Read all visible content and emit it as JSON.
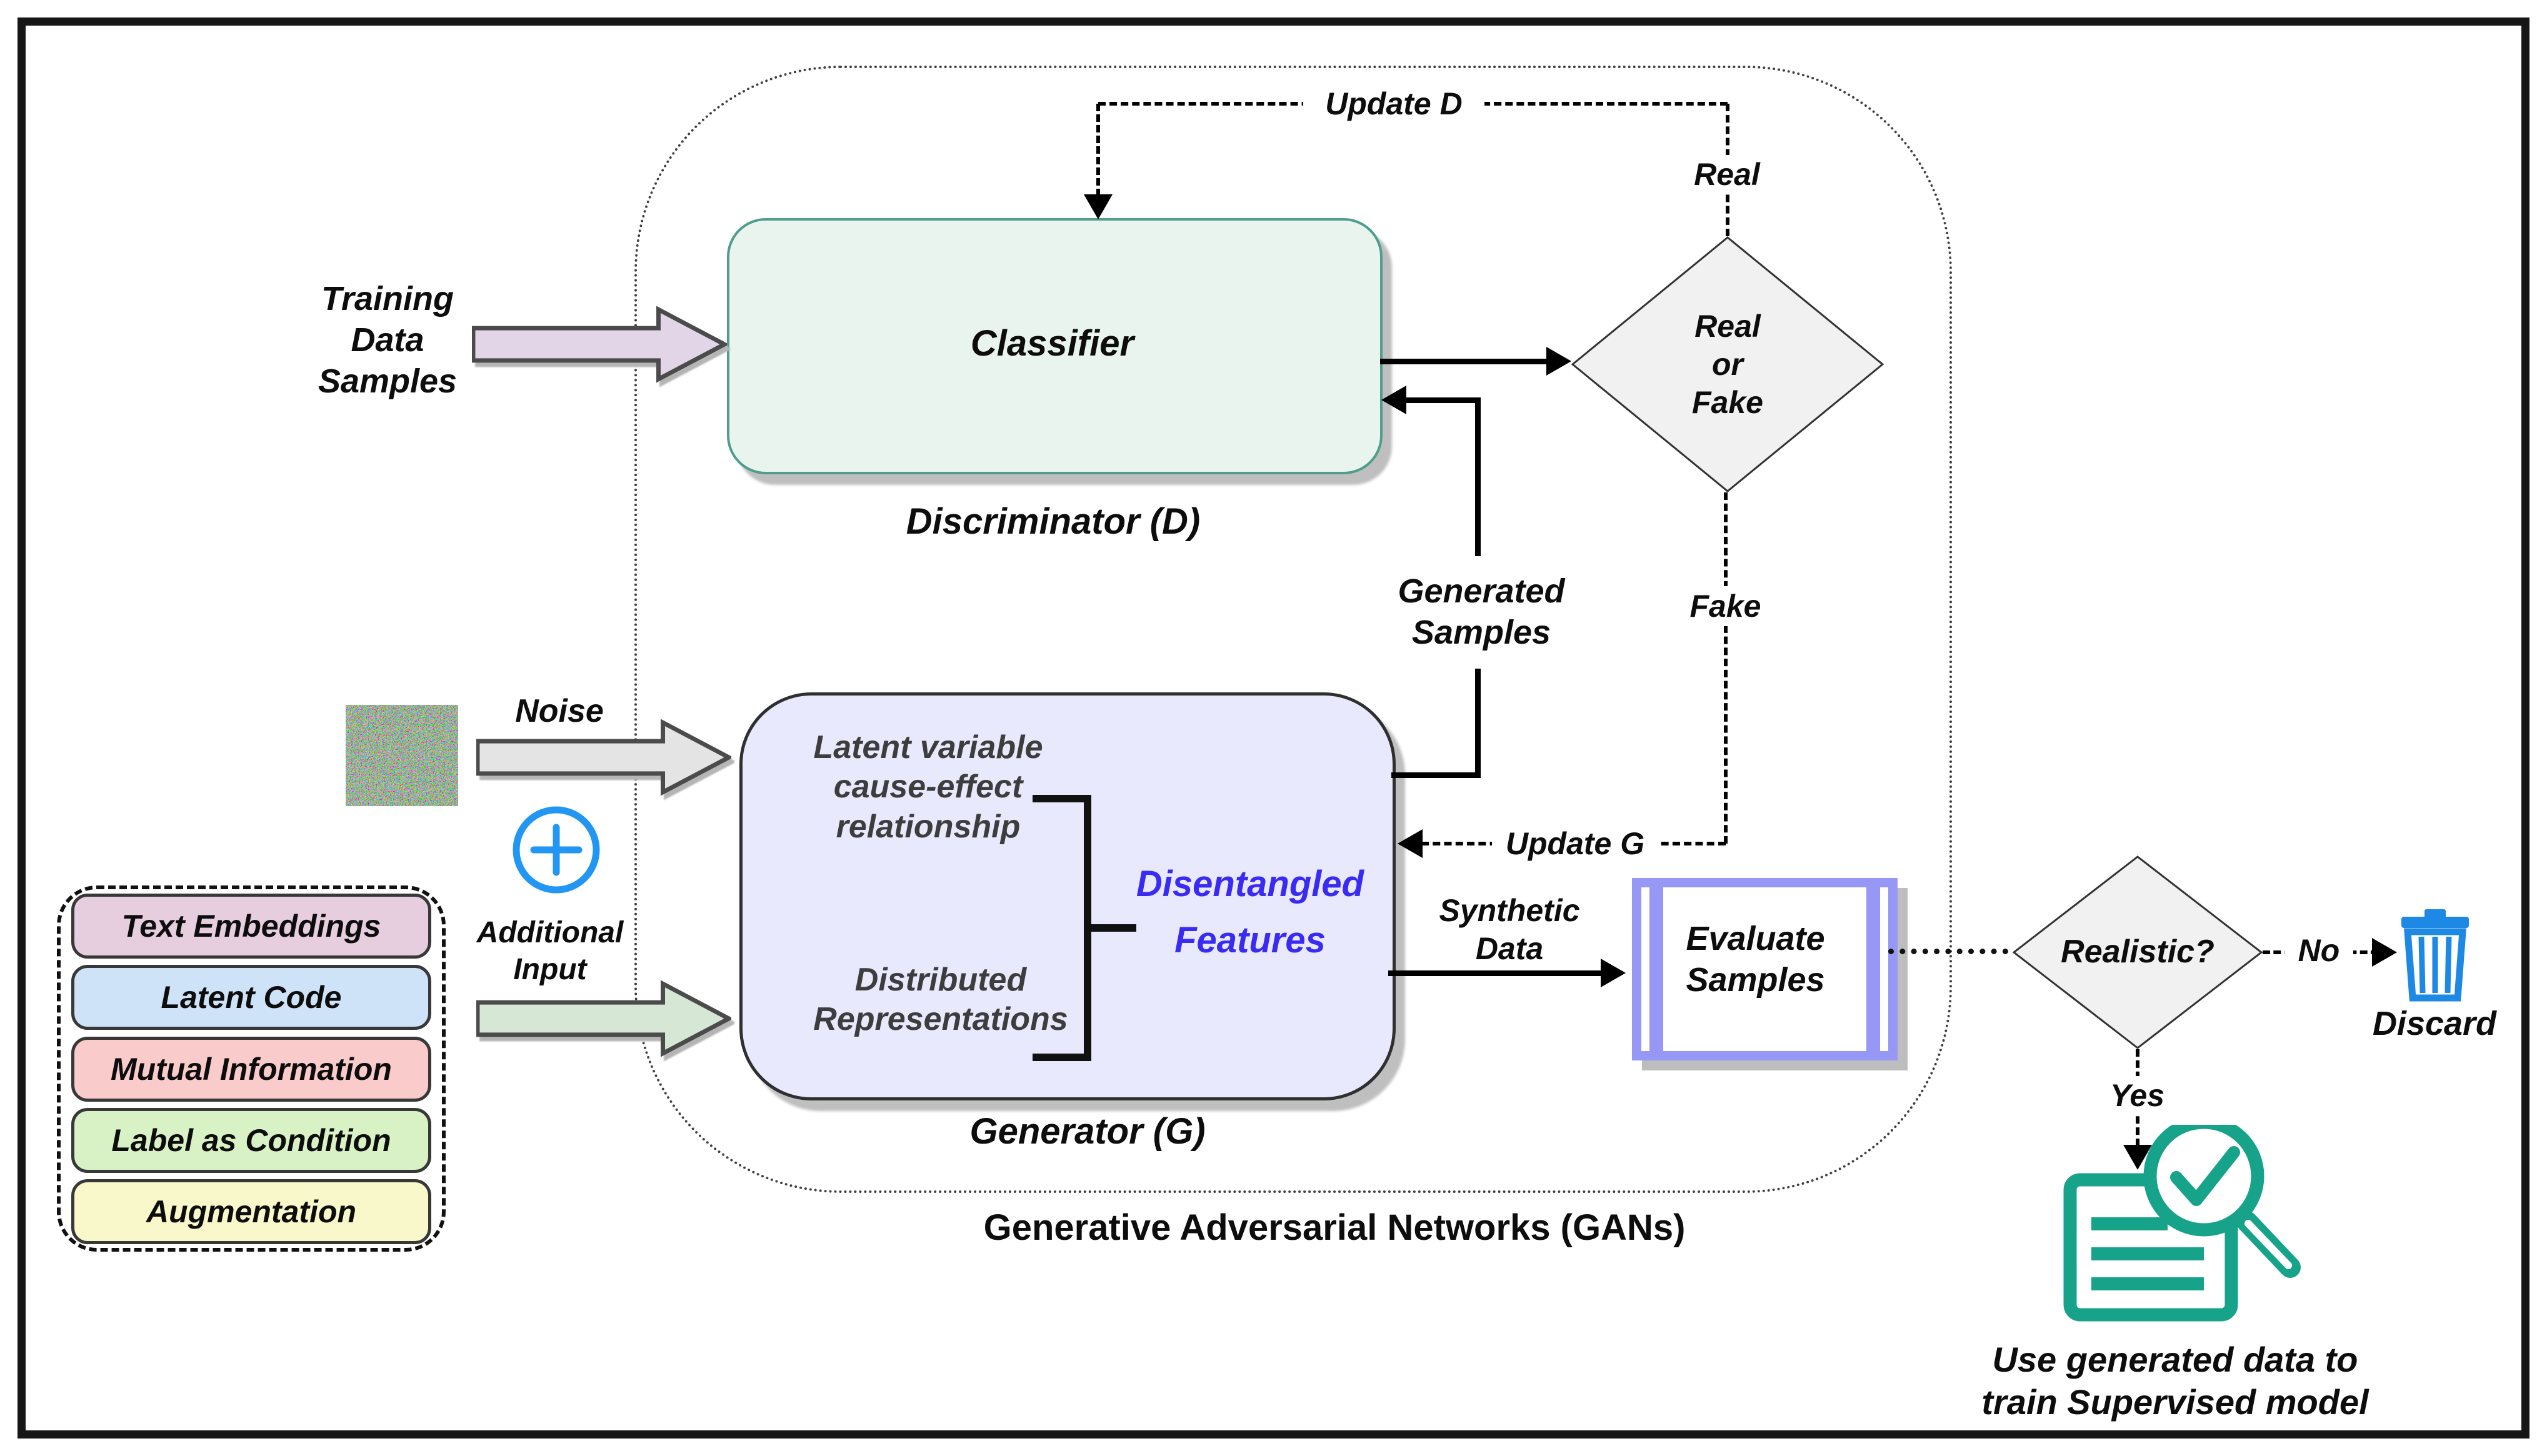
{
  "labels": {
    "training_data": "Training\nData\nSamples",
    "noise": "Noise",
    "additional_input": "Additional\nInput",
    "update_d": "Update D",
    "update_g": "Update G",
    "real": "Real",
    "fake": "Fake",
    "real_or_fake": "Real\nor\nFake",
    "generated_samples": "Generated\nSamples",
    "synthetic_data": "Synthetic\nData",
    "evaluate_samples": "Evaluate\nSamples",
    "realistic": "Realistic?",
    "no": "No",
    "yes": "Yes",
    "discard": "Discard",
    "use_generated": "Use generated data to\ntrain Supervised model",
    "gan_caption": "Generative Adversarial Networks (GANs)"
  },
  "discriminator": {
    "box_label": "Classifier",
    "caption": "Discriminator (D)"
  },
  "generator": {
    "caption": "Generator (G)",
    "latent": "Latent variable\ncause-effect\nrelationship",
    "distributed": "Distributed\nRepresentations",
    "disentangled": "Disentangled\nFeatures"
  },
  "inputs_panel": {
    "items": [
      {
        "label": "Text Embeddings",
        "color": "#e6cede"
      },
      {
        "label": "Latent Code",
        "color": "#cfe3f8"
      },
      {
        "label": "Mutual Information",
        "color": "#f9cccb"
      },
      {
        "label": "Label as Condition",
        "color": "#d8f2c6"
      },
      {
        "label": "Augmentation",
        "color": "#f8f8ca"
      }
    ]
  },
  "colors": {
    "classifier_fill": "#eaf4ef",
    "classifier_border": "#4e9e8b",
    "generator_fill": "#e9e9fd",
    "diamond_fill": "#f1f1f1",
    "training_arrow": "#e2d5e8",
    "noise_arrow": "#e4e4e4",
    "additional_arrow": "#d6e8d5",
    "evaluate_border": "#9797f6",
    "trash_blue": "#1e88e5",
    "doc_green": "#16a38a",
    "plus_blue": "#2196f3",
    "disentangled_text": "#3a2bf2"
  }
}
